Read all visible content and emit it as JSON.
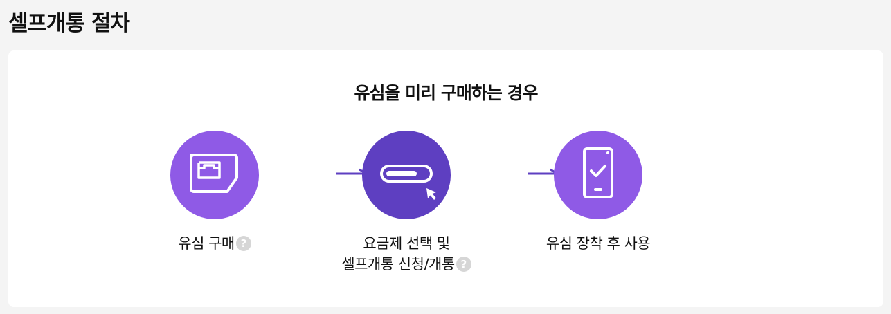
{
  "page": {
    "title": "셀프개통 절차"
  },
  "card": {
    "title": "유심을 미리 구매하는 경우",
    "steps": [
      {
        "label_lines": [
          "유심 구매"
        ],
        "icon": "sim-card-icon",
        "has_help": true
      },
      {
        "label_lines": [
          "요금제 선택 및",
          "셀프개통 신청/개통"
        ],
        "icon": "toggle-cursor-icon",
        "has_help": true
      },
      {
        "label_lines": [
          "유심 장착 후 사용"
        ],
        "icon": "phone-check-icon",
        "has_help": false
      }
    ],
    "help_glyph": "?"
  },
  "colors": {
    "background": "#f4f4f4",
    "card": "#ffffff",
    "circle_light": "#8f5ae6",
    "circle_dark": "#5e3fc1",
    "arrow": "#5e3fc1",
    "help_badge": "#d6d6d6"
  }
}
